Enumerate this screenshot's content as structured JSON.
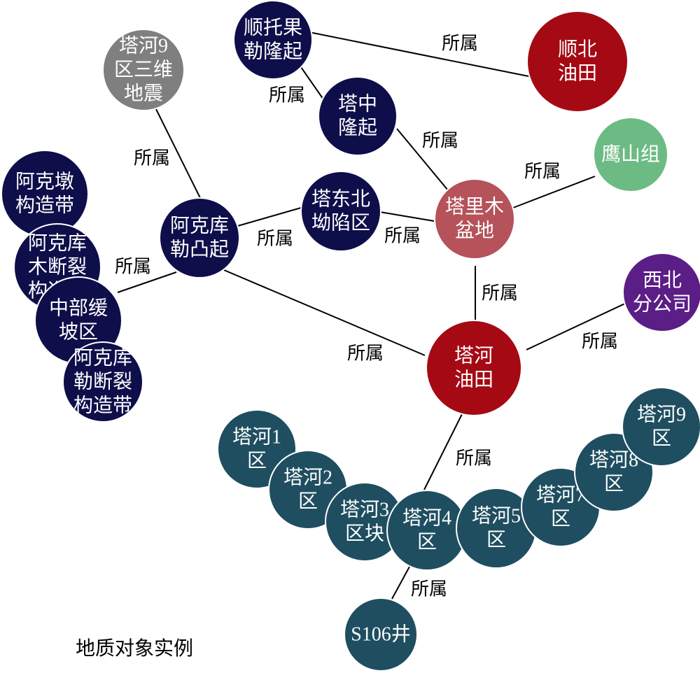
{
  "caption": "地质对象实例",
  "colors": {
    "navy": "#0e0e4a",
    "teal": "#1f4e60",
    "dark_red": "#a50a14",
    "rose": "#b5525a",
    "green": "#6dbb84",
    "purple": "#5b1d86",
    "gray": "#7f7f7f"
  },
  "nodes": [
    {
      "id": "shunbei",
      "lines": [
        "顺北",
        "油田"
      ],
      "color": "dark_red"
    },
    {
      "id": "shuntuo",
      "lines": [
        "顺托果",
        "勒隆起"
      ],
      "color": "navy"
    },
    {
      "id": "tazhong",
      "lines": [
        "塔中",
        "隆起"
      ],
      "color": "navy"
    },
    {
      "id": "tahe9seis",
      "lines": [
        "塔河9",
        "区三维",
        "地震"
      ],
      "color": "gray"
    },
    {
      "id": "yingshan",
      "lines": [
        "鹰山组"
      ],
      "color": "green"
    },
    {
      "id": "tarim",
      "lines": [
        "塔里木",
        "盆地"
      ],
      "color": "rose"
    },
    {
      "id": "tadongbei",
      "lines": [
        "塔东北",
        "坳陷区"
      ],
      "color": "navy"
    },
    {
      "id": "akekudun",
      "lines": [
        "阿克墩",
        "构造带"
      ],
      "color": "navy"
    },
    {
      "id": "akekule",
      "lines": [
        "阿克库",
        "勒凸起"
      ],
      "color": "navy"
    },
    {
      "id": "akemu",
      "lines": [
        "阿克库",
        "木断裂",
        "构造带"
      ],
      "color": "navy"
    },
    {
      "id": "zhongbu",
      "lines": [
        "中部缓",
        "坡区"
      ],
      "color": "navy"
    },
    {
      "id": "akeleduan",
      "lines": [
        "阿克库",
        "勒断裂",
        "构造带"
      ],
      "color": "navy"
    },
    {
      "id": "xibei",
      "lines": [
        "西北",
        "分公司"
      ],
      "color": "purple"
    },
    {
      "id": "tahe",
      "lines": [
        "塔河",
        "油田"
      ],
      "color": "dark_red"
    },
    {
      "id": "tahe1",
      "lines": [
        "塔河1",
        "区"
      ],
      "color": "teal"
    },
    {
      "id": "tahe2",
      "lines": [
        "塔河2",
        "区"
      ],
      "color": "teal"
    },
    {
      "id": "tahe3",
      "lines": [
        "塔河3",
        "区块"
      ],
      "color": "teal"
    },
    {
      "id": "tahe4",
      "lines": [
        "塔河4",
        "区"
      ],
      "color": "teal"
    },
    {
      "id": "tahe5",
      "lines": [
        "塔河5",
        "区"
      ],
      "color": "teal"
    },
    {
      "id": "tahe7",
      "lines": [
        "塔河7",
        "区"
      ],
      "color": "teal"
    },
    {
      "id": "tahe8",
      "lines": [
        "塔河8",
        "区"
      ],
      "color": "teal"
    },
    {
      "id": "tahe9",
      "lines": [
        "塔河9",
        "区"
      ],
      "color": "teal"
    },
    {
      "id": "s106",
      "lines": [
        "S106井"
      ],
      "color": "teal"
    }
  ],
  "edges": [
    {
      "from": "shuntuo",
      "to": "shunbei",
      "label": "所属"
    },
    {
      "from": "shuntuo",
      "to": "tazhong",
      "label": "所属"
    },
    {
      "from": "tazhong",
      "to": "tarim",
      "label": "所属"
    },
    {
      "from": "tahe9seis",
      "to": "akekule",
      "label": "所属"
    },
    {
      "from": "tarim",
      "to": "yingshan",
      "label": "所属"
    },
    {
      "from": "akekule",
      "to": "tadongbei",
      "label": "所属"
    },
    {
      "from": "tadongbei",
      "to": "tarim",
      "label": "所属"
    },
    {
      "from": "zhongbu",
      "to": "akekule",
      "label": "所属"
    },
    {
      "from": "tarim",
      "to": "tahe",
      "label": "所属"
    },
    {
      "from": "tahe",
      "to": "xibei",
      "label": "所属"
    },
    {
      "from": "akekule",
      "to": "tahe",
      "label": "所属"
    },
    {
      "from": "tahe",
      "to": "tahe4",
      "label": "所属"
    },
    {
      "from": "tahe4",
      "to": "s106",
      "label": "所属"
    }
  ]
}
